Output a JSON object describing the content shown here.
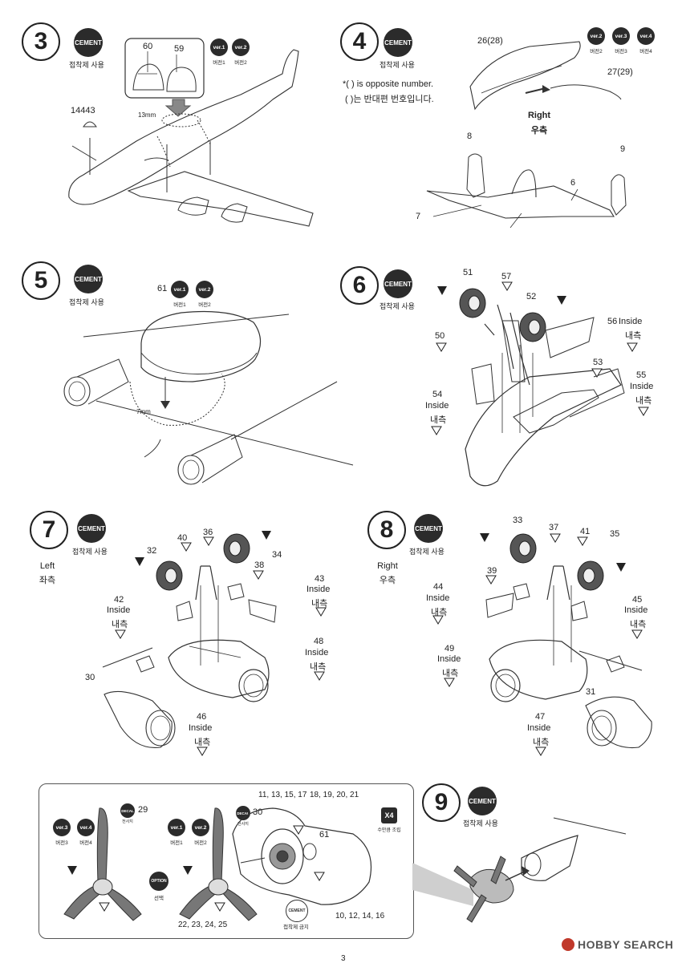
{
  "steps": {
    "s3": {
      "number": "3",
      "cement": "CEMENT",
      "cement_sub": "접착제 사용",
      "parts": [
        "60",
        "59",
        "14443"
      ],
      "measure": "13mm",
      "ver": [
        {
          "label": "ver.1",
          "sub": "버전1"
        },
        {
          "label": "ver.2",
          "sub": "버전2"
        }
      ]
    },
    "s4": {
      "number": "4",
      "cement": "CEMENT",
      "cement_sub": "접착제 사용",
      "note_en": "*(    ) is opposite number.",
      "note_ko": "(    )는 반대편 번호입니다.",
      "parts": [
        "26(28)",
        "27(29)",
        "8",
        "9",
        "6",
        "7"
      ],
      "right_en": "Right",
      "right_ko": "우측",
      "ver": [
        {
          "label": "ver.2",
          "sub": "버전2"
        },
        {
          "label": "ver.3",
          "sub": "버전3"
        },
        {
          "label": "ver.4",
          "sub": "버전4"
        }
      ]
    },
    "s5": {
      "number": "5",
      "cement": "CEMENT",
      "cement_sub": "접착제 사용",
      "parts": [
        "61"
      ],
      "measure": "7mm",
      "ver": [
        {
          "label": "ver.1",
          "sub": "버전1"
        },
        {
          "label": "ver.2",
          "sub": "버전2"
        }
      ]
    },
    "s6": {
      "number": "6",
      "cement": "CEMENT",
      "cement_sub": "접착제 사용",
      "parts": [
        "51",
        "57",
        "52",
        "50",
        "56",
        "53",
        "55",
        "54"
      ],
      "inside_en": "Inside",
      "inside_ko": "내측"
    },
    "s7": {
      "number": "7",
      "cement": "CEMENT",
      "cement_sub": "접착제 사용",
      "side_en": "Left",
      "side_ko": "좌측",
      "parts": [
        "40",
        "36",
        "32",
        "34",
        "38",
        "43",
        "42",
        "48",
        "30",
        "46"
      ],
      "inside_en": "Inside",
      "inside_ko": "내측"
    },
    "s8": {
      "number": "8",
      "cement": "CEMENT",
      "cement_sub": "접착제 사용",
      "side_en": "Right",
      "side_ko": "우측",
      "parts": [
        "33",
        "37",
        "41",
        "35",
        "39",
        "44",
        "45",
        "49",
        "31",
        "47"
      ],
      "inside_en": "Inside",
      "inside_ko": "내측"
    },
    "s9": {
      "number": "9",
      "cement": "CEMENT",
      "cement_sub": "접착제 사용"
    },
    "subassembly": {
      "parts_top": [
        "11, 13, 15, 17",
        "18, 19, 20, 21"
      ],
      "part_61": "61",
      "part_29": "29",
      "part_30": "30",
      "parts_bottom_left": "22, 23, 24, 25",
      "parts_bottom_right": "10, 12, 14, 16",
      "decal": "DECAL",
      "decal_sub": "전사지",
      "x4": "X4",
      "x4_sub": "수만큼 조립",
      "option": "OPTION",
      "option_sub": "선택",
      "nocement": "CEMENT",
      "nocement_sub": "접착제 금지",
      "ver_a": [
        {
          "label": "ver.3",
          "sub": "버전3"
        },
        {
          "label": "ver.4",
          "sub": "버전4"
        }
      ],
      "ver_b": [
        {
          "label": "ver.1",
          "sub": "버전1"
        },
        {
          "label": "ver.2",
          "sub": "버전2"
        }
      ]
    }
  },
  "page_number": "3",
  "watermark": "HOBBY SEARCH"
}
